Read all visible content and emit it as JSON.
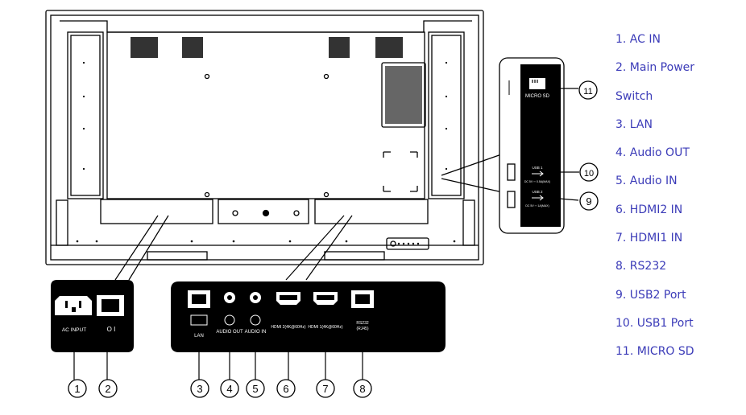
{
  "legend": [
    {
      "text": "1. AC IN"
    },
    {
      "text": "2. Main Power"
    },
    {
      "text": "Switch"
    },
    {
      "text": "3. LAN"
    },
    {
      "text": "4. Audio OUT"
    },
    {
      "text": "5. Audio IN"
    },
    {
      "text": "6. HDMI2 IN"
    },
    {
      "text": "7. HDMI1 IN"
    },
    {
      "text": "8. RS232"
    },
    {
      "text": "9. USB2 Port"
    },
    {
      "text": "10. USB1 Port"
    },
    {
      "text": "11. MICRO SD"
    }
  ],
  "ac_panel": {
    "ac_label": "AC INPUT",
    "switch_label": "O  I"
  },
  "io_panel": {
    "lan": "LAN",
    "audio_out": "AUDIO OUT",
    "audio_in": "AUDIO IN",
    "hdmi2": "HDMI 2(4K@60Hz)",
    "hdmi1": "HDMI 1(4K@60Hz)",
    "rs232_line1": "RS232",
    "rs232_line2": "(RJ45)"
  },
  "side_panel": {
    "micro_sd": "MICRO SD",
    "usb1": "USB 1",
    "usb1_spec": "DC 5V ⎓ 0.5A(MAX)",
    "usb2": "USB 2",
    "usb2_spec": "DC 5V ⎓ 1A(MAX)"
  },
  "callouts": {
    "c1": "1",
    "c2": "2",
    "c3": "3",
    "c4": "4",
    "c5": "5",
    "c6": "6",
    "c7": "7",
    "c8": "8",
    "c9": "9",
    "c10": "10",
    "c11": "11"
  },
  "colors": {
    "legend_text": "#3b3bb8",
    "line": "#000000",
    "panel_fill": "#000000"
  }
}
